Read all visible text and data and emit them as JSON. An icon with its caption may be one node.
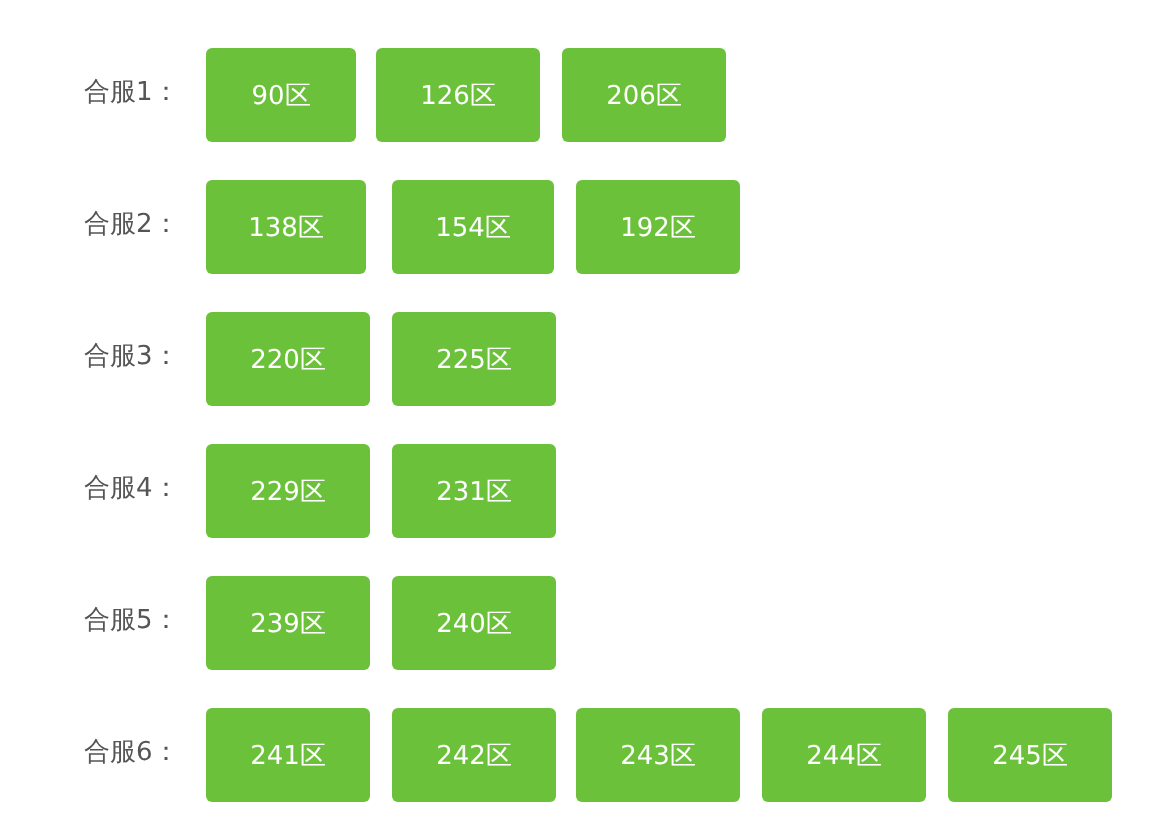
{
  "diagram": {
    "nodes": [
      {
        "text": [
          "90区"
        ]
      },
      {
        "text": [
          "126区"
        ]
      },
      {
        "text": [
          "206区"
        ]
      },
      {
        "text": [
          "138区"
        ]
      },
      {
        "text": [
          "154区"
        ]
      },
      {
        "text": [
          "192区"
        ]
      },
      {
        "text": [
          "220区"
        ]
      },
      {
        "text": [
          "225区"
        ]
      },
      {
        "text": [
          "229区"
        ]
      },
      {
        "text": [
          "231区"
        ]
      },
      {
        "text": [
          "239区"
        ]
      },
      {
        "text": [
          "240区"
        ]
      },
      {
        "text": [
          "241区"
        ]
      },
      {
        "text": [
          "242区"
        ]
      },
      {
        "text": [
          "243区"
        ]
      },
      {
        "text": [
          "244区"
        ]
      },
      {
        "text": [
          "245区"
        ]
      }
    ],
    "labels": [
      "合服1：",
      "合服2：",
      "合服3：",
      "合服4：",
      "合服5：",
      "合服6："
    ]
  }
}
